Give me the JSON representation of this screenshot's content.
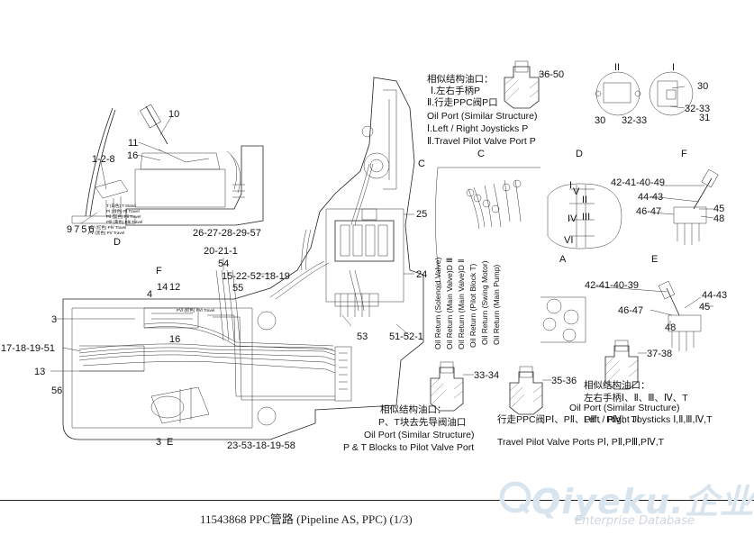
{
  "diagram": {
    "part_numbers": [
      "10",
      "11",
      "16",
      "1-2-8",
      "9756",
      "D",
      "26-27-28-29-57",
      "20-21-1",
      "54",
      "15-22-52-18-19",
      "55",
      "25",
      "C",
      "24",
      "F",
      "4",
      "14",
      "12",
      "3",
      "17-18-19-51",
      "13",
      "56",
      "16",
      "3",
      "E",
      "23-53-18-19-58",
      "53",
      "51-52-1",
      "36-50",
      "II",
      "I",
      "30",
      "30",
      "32-33",
      "32-33",
      "31",
      "42-41-40-49",
      "44-43",
      "46-47",
      "45",
      "48",
      "D",
      "A",
      "42-41-40-39",
      "E",
      "44-43",
      "45",
      "46-47",
      "48",
      "37-38",
      "33-34",
      "35-36",
      "I",
      "II",
      "III",
      "IV",
      "V",
      "VI",
      "F",
      "C"
    ],
    "notes": {
      "top_right": [
        "相似结构油口：",
        "Ⅰ.左右手柄P",
        "Ⅱ.行走PPC阀P口",
        "Oil Port (Similar Structure)",
        "Ⅰ.Left / Right Joysticks P",
        "Ⅱ.Travel Pilot Valve Port P"
      ],
      "center_bottom": [
        "相似结构油口：",
        "P、T块去先导阀油口",
        "Oil Port (Similar Structure)",
        "P & T Blocks to Pilot Valve Port"
      ],
      "bottom_right": [
        "相似结构油口：",
        "左右手柄Ⅰ、Ⅱ、Ⅲ、Ⅳ、T",
        "行走PPC阀PⅠ、PⅡ、PⅢ、PⅣ、TⅠ",
        "Oil Port (Similar Structure)",
        "Left / Right Joysticks Ⅰ,Ⅱ,Ⅲ,Ⅳ,T",
        "Travel Pilot Valve Ports PⅠ, PⅡ,PⅢ,PⅣ,T"
      ]
    },
    "rotated_labels": [
      "Oil Return (Solenoid Valve)",
      "Oil Return (Main Valve)D Ⅲ",
      "Oil Return (Main Valve)D Ⅱ",
      "Oil Return (Pilot Block T)",
      "Oil Return (Swing Motor)",
      "Oil Return (Main Pump)"
    ],
    "tiny_labels": [
      "T (白色) T Stand",
      "PⅠ (绿色) PⅠ Travel",
      "PⅡ (蓝色) PⅡ Travel",
      "PⅢ (黄色) PⅢ Travel",
      "PⅣ (红色) PⅣ Travel",
      "PⅤ (黑色) PⅤ Travel",
      "PⅥ (棕色) PⅥ Travel"
    ]
  },
  "footer": {
    "caption": "11543868 PPC管路 (Pipeline AS, PPC) (1/3)"
  },
  "watermark": {
    "brand": "Qiyeku.企业库",
    "tagline": "Enterprise Database"
  },
  "colors": {
    "ink": "#222222",
    "watermark": "#d8e4ee"
  }
}
